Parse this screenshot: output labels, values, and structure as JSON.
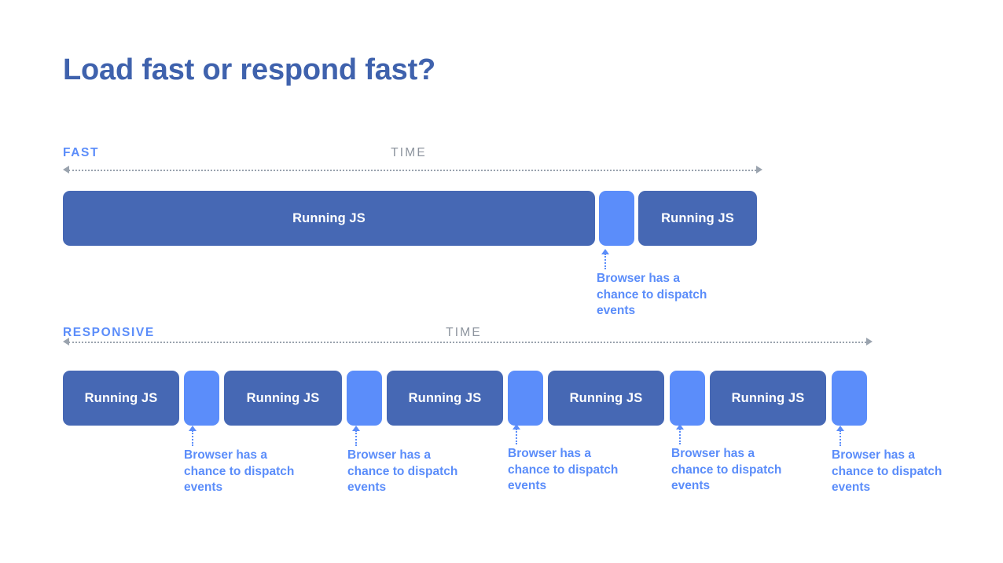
{
  "slide": {
    "title": "Load fast or respond fast?",
    "background": "#ffffff",
    "colors": {
      "title": "#3f62ad",
      "running_js_block": "#4668b4",
      "gap_block": "#5b8dfa",
      "accent": "#5b8dfa",
      "muted": "#8d949e",
      "axis": "#9aa3ae",
      "block_text": "#ffffff"
    }
  },
  "tracks": [
    {
      "id": "fast",
      "label": "FAST",
      "time_label": "TIME",
      "blocks": [
        {
          "type": "js",
          "label": "Running JS"
        },
        {
          "type": "gap",
          "label": ""
        },
        {
          "type": "js",
          "label": "Running JS"
        }
      ],
      "callouts": [
        {
          "text": "Browser has a chance to dispatch events"
        }
      ]
    },
    {
      "id": "responsive",
      "label": "RESPONSIVE",
      "time_label": "TIME",
      "blocks": [
        {
          "type": "js",
          "label": "Running JS"
        },
        {
          "type": "gap",
          "label": ""
        },
        {
          "type": "js",
          "label": "Running JS"
        },
        {
          "type": "gap",
          "label": ""
        },
        {
          "type": "js",
          "label": "Running JS"
        },
        {
          "type": "gap",
          "label": ""
        },
        {
          "type": "js",
          "label": "Running JS"
        },
        {
          "type": "gap",
          "label": ""
        },
        {
          "type": "js",
          "label": "Running JS"
        },
        {
          "type": "gap",
          "label": ""
        }
      ],
      "callouts": [
        {
          "text": "Browser has a chance to dispatch events"
        },
        {
          "text": "Browser has a chance to dispatch events"
        },
        {
          "text": "Browser has a chance to dispatch events"
        },
        {
          "text": "Browser has a chance to dispatch events"
        },
        {
          "text": "Browser has a chance to dispatch events"
        }
      ]
    }
  ]
}
